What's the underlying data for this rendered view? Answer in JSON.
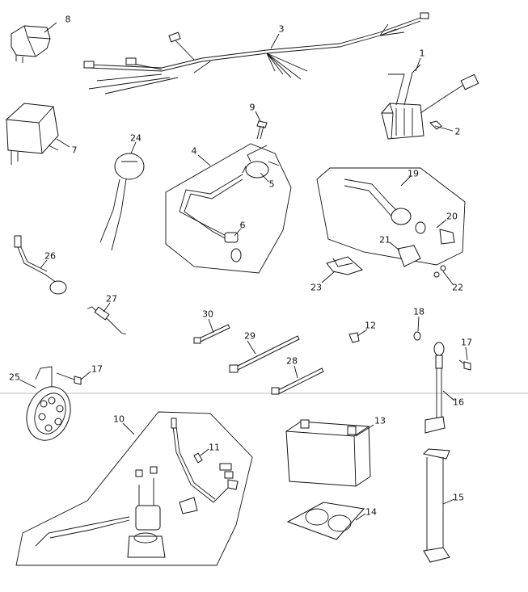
{
  "diagram": {
    "type": "exploded-parts-diagram",
    "labels": [
      "8",
      "3",
      "1",
      "2",
      "7",
      "9",
      "24",
      "4",
      "5",
      "19",
      "20",
      "6",
      "21",
      "26",
      "22",
      "23",
      "27",
      "30",
      "18",
      "12",
      "29",
      "17",
      "17",
      "28",
      "16",
      "25",
      "10",
      "13",
      "11",
      "14",
      "15"
    ],
    "line_color": "#111111",
    "background": "#ffffff",
    "divider_color": "#bbbbbb"
  }
}
